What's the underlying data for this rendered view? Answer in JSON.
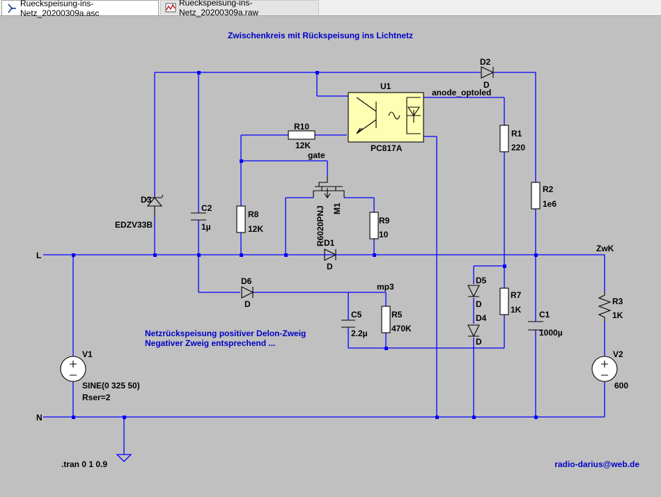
{
  "tabs": [
    {
      "label": "Rueckspeisung-ins-Netz_20200309a.asc",
      "icon": "schematic-icon",
      "active": true
    },
    {
      "label": "Rueckspeisung-ins-Netz_20200309a.raw",
      "icon": "waveform-icon",
      "active": false
    }
  ],
  "schematic": {
    "title": "Zwischenkreis mit Rückspeisung ins Lichtnetz",
    "note_line1": "Netzrückspeisung positiver Delon-Zweig",
    "note_line2": "Negativer Zweig entsprechend ...",
    "author": "radio-darius@web.de",
    "sim_command": ".tran 0 1 0.9",
    "nets": {
      "L": "L",
      "N": "N",
      "ZwK": "ZwK",
      "gate": "gate",
      "mp3": "mp3",
      "anode": "anode_optoled"
    },
    "components": {
      "U1": {
        "name": "U1",
        "value": "PC817A"
      },
      "D2": {
        "name": "D2",
        "value": "D"
      },
      "R10": {
        "name": "R10",
        "value": "12K"
      },
      "R1": {
        "name": "R1",
        "value": "220"
      },
      "R2": {
        "name": "R2",
        "value": "1e6"
      },
      "D3": {
        "name": "D3",
        "value": "EDZV33B"
      },
      "C2": {
        "name": "C2",
        "value": "1µ"
      },
      "R8": {
        "name": "R8",
        "value": "12K"
      },
      "M1": {
        "name": "M1",
        "value": "R6020PNJ"
      },
      "R9": {
        "name": "R9",
        "value": "10"
      },
      "D1": {
        "name": "D1",
        "value": "D"
      },
      "D6": {
        "name": "D6",
        "value": "D"
      },
      "C5": {
        "name": "C5",
        "value": "2.2µ"
      },
      "R5": {
        "name": "R5",
        "value": "470K"
      },
      "D5": {
        "name": "D5",
        "value": "D"
      },
      "D4": {
        "name": "D4",
        "value": "D"
      },
      "R7": {
        "name": "R7",
        "value": "1K"
      },
      "C1": {
        "name": "C1",
        "value": "1000µ"
      },
      "R3": {
        "name": "R3",
        "value": "1K"
      },
      "V1": {
        "name": "V1",
        "value": "SINE(0 325 50)",
        "extra": "Rser=2"
      },
      "V2": {
        "name": "V2",
        "value": "600"
      }
    }
  }
}
